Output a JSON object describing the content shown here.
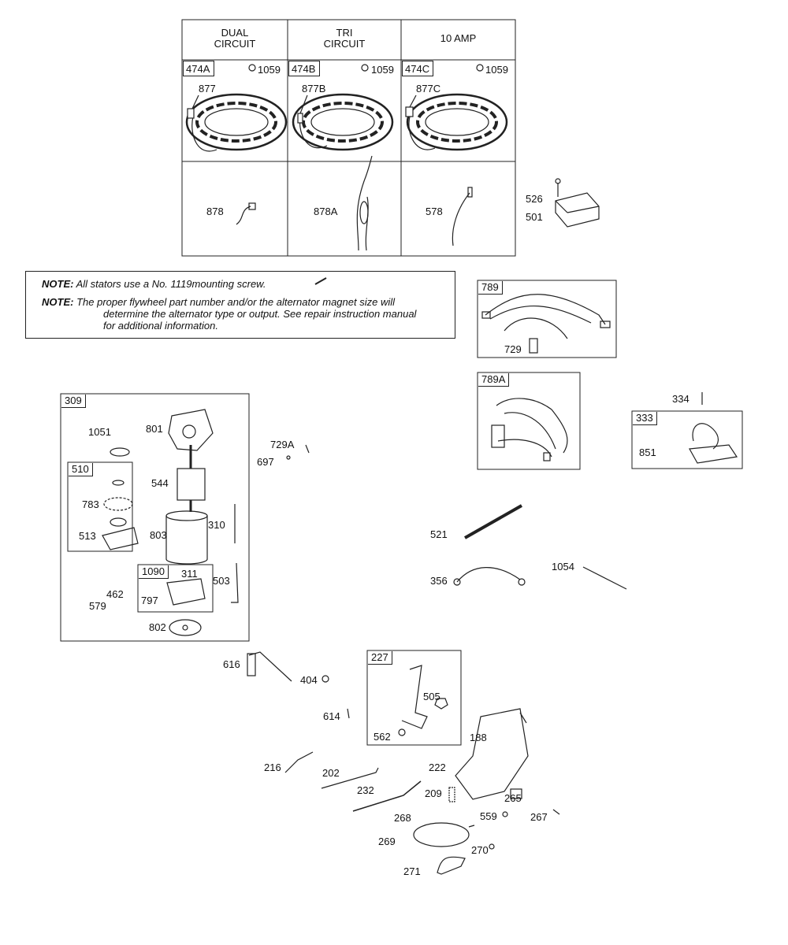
{
  "stator_table": {
    "headers": [
      {
        "line1": "DUAL",
        "line2": "CIRCUIT"
      },
      {
        "line1": "TRI",
        "line2": "CIRCUIT"
      },
      {
        "line1": "10 AMP",
        "line2": ""
      }
    ],
    "kits": [
      "474A",
      "474B",
      "474C"
    ],
    "screws": [
      "1059",
      "1059",
      "1059"
    ],
    "stators": [
      "877",
      "877B",
      "877C"
    ],
    "leads": [
      "878",
      "878A",
      "578"
    ]
  },
  "notes": [
    {
      "label": "NOTE:",
      "text": "All stators use a No. 1119mounting screw."
    },
    {
      "label": "NOTE:",
      "text": "The proper flywheel part number and/or the alternator magnet size will",
      "cont1": "determine the alternator type or output. See repair instruction manual",
      "cont2": "for additional information."
    }
  ],
  "kit_tags": {
    "harness": "789",
    "harness_a": "789A",
    "starter": "309",
    "drive": "510",
    "brush": "1090",
    "coil": "333",
    "lever": "227"
  },
  "parts": {
    "p526": "526",
    "p501": "501",
    "p729": "729",
    "p334": "334",
    "p851": "851",
    "p1051": "1051",
    "p801": "801",
    "p544": "544",
    "p783": "783",
    "p513": "513",
    "p803": "803",
    "p310": "310",
    "p311": "311",
    "p797": "797",
    "p462": "462",
    "p579": "579",
    "p503": "503",
    "p802": "802",
    "p729a": "729A",
    "p697": "697",
    "p521": "521",
    "p356": "356",
    "p1054": "1054",
    "p616": "616",
    "p404": "404",
    "p614": "614",
    "p505": "505",
    "p562": "562",
    "p188": "188",
    "p216": "216",
    "p202": "202",
    "p222": "222",
    "p232": "232",
    "p209": "209",
    "p265": "265",
    "p559": "559",
    "p267": "267",
    "p268": "268",
    "p269": "269",
    "p270": "270",
    "p271": "271"
  }
}
